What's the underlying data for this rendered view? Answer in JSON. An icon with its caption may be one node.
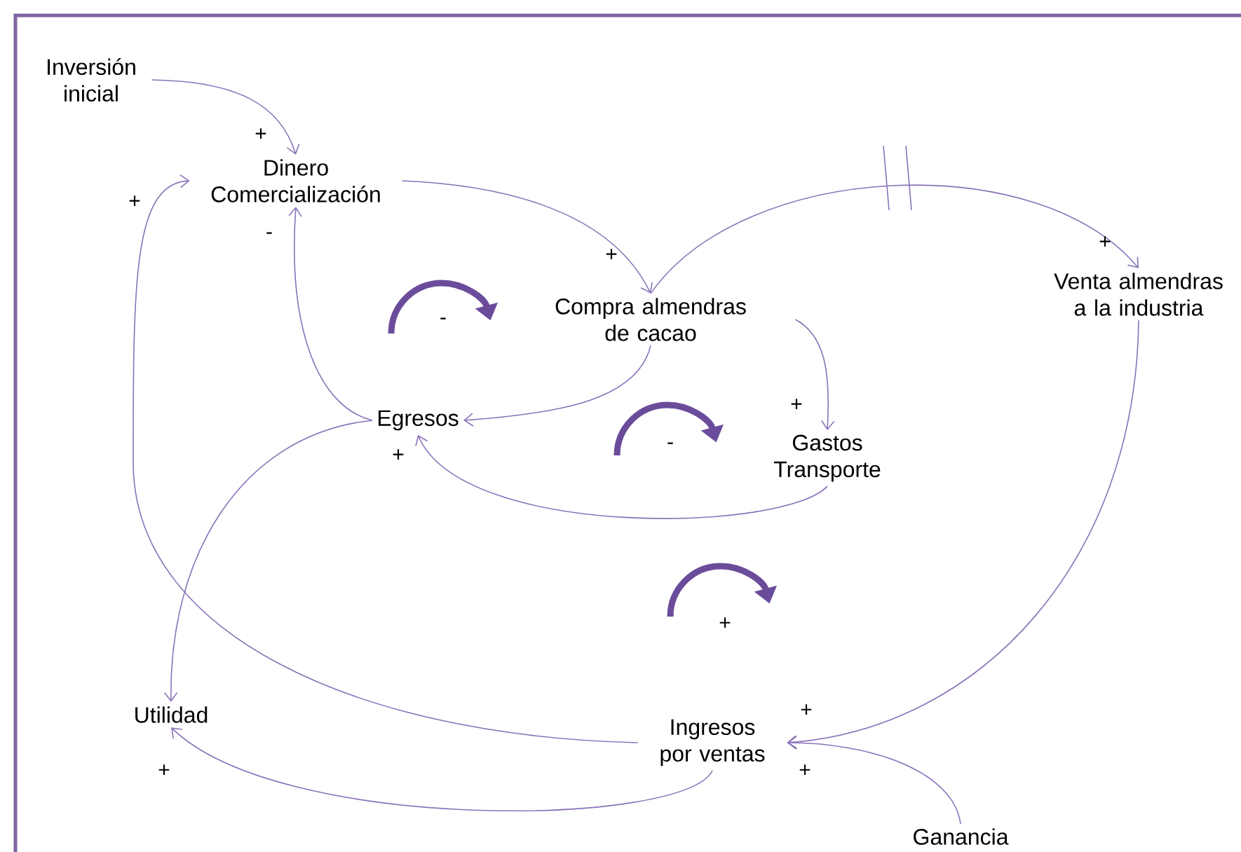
{
  "diagram": {
    "nodes": [
      {
        "text": [
          "Inversión inicial"
        ]
      },
      {
        "text": [
          "Dinero Comercialización"
        ]
      },
      {
        "text": [
          "Compra almendras de cacao"
        ]
      },
      {
        "text": [
          "Venta almendras a la industria"
        ]
      },
      {
        "text": [
          "Egresos"
        ]
      },
      {
        "text": [
          "Gastos Transporte"
        ]
      },
      {
        "text": [
          "Utilidad"
        ]
      },
      {
        "text": [
          "Ingresos por ventas"
        ]
      },
      {
        "text": [
          "Ganancia"
        ]
      }
    ],
    "edges": [
      {
        "from": 0,
        "to": 1,
        "arrow": "to"
      },
      {
        "from": 1,
        "to": 2,
        "arrow": "to"
      },
      {
        "from": 2,
        "to": 3,
        "arrow": "to"
      },
      {
        "from": 2,
        "to": 4,
        "arrow": "to"
      },
      {
        "from": 2,
        "to": 5,
        "arrow": "to"
      },
      {
        "from": 5,
        "to": 4,
        "arrow": "to"
      },
      {
        "from": 4,
        "to": 1,
        "arrow": "to"
      },
      {
        "from": 4,
        "to": 6,
        "arrow": "to"
      },
      {
        "from": 7,
        "to": 1,
        "arrow": "to"
      },
      {
        "from": 7,
        "to": 6,
        "arrow": "to"
      },
      {
        "from": 3,
        "to": 7,
        "arrow": "to"
      },
      {
        "from": 8,
        "to": 7,
        "arrow": "to"
      }
    ],
    "labels": [
      "+",
      "+",
      "-",
      "+",
      "+",
      "-",
      "+",
      "-",
      "+",
      "+",
      "+",
      "+",
      "+"
    ]
  }
}
